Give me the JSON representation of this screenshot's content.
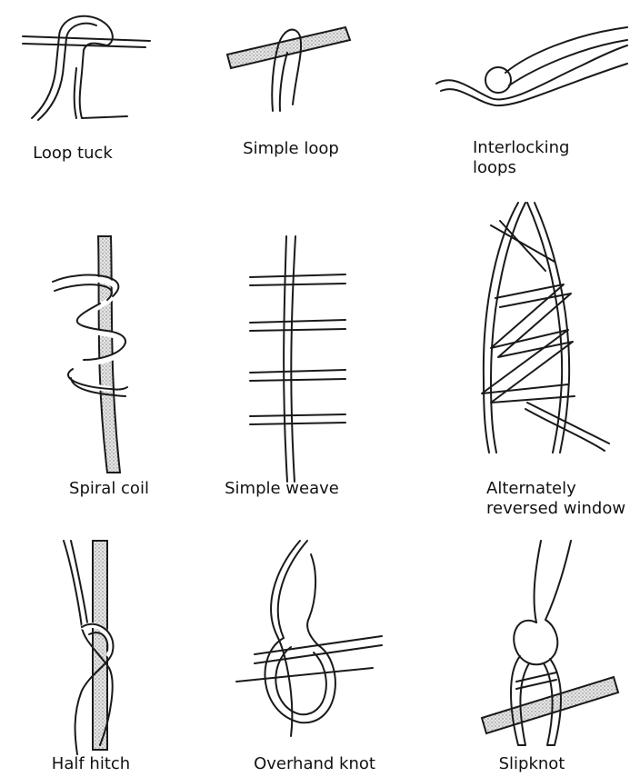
{
  "knots": [
    {
      "icon": "loop-tuck-illustration",
      "label": "Loop tuck"
    },
    {
      "icon": "simple-loop-illustration",
      "label": "Simple loop"
    },
    {
      "icon": "interlocking-loops-illustration",
      "label": "Interlocking\nloops"
    },
    {
      "icon": "spiral-coil-illustration",
      "label": "Spiral coil"
    },
    {
      "icon": "simple-weave-illustration",
      "label": "Simple weave"
    },
    {
      "icon": "alternately-reversed-window-illustration",
      "label": "Alternately\nreversed window"
    },
    {
      "icon": "half-hitch-illustration",
      "label": "Half hitch"
    },
    {
      "icon": "overhand-knot-illustration",
      "label": "Overhand knot"
    },
    {
      "icon": "slipknot-illustration",
      "label": "Slipknot"
    }
  ]
}
